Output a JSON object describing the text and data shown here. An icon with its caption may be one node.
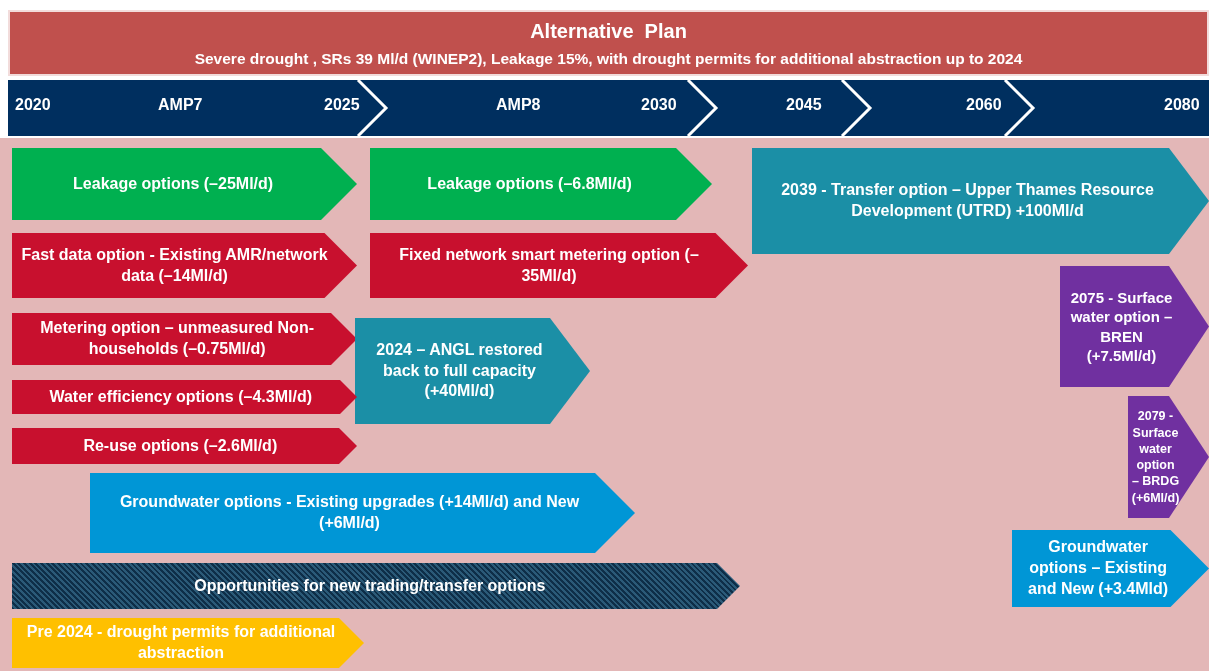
{
  "diagram": {
    "title": "Alternative  Plan",
    "caption": "Severe drought , SRs 39 Ml/d (WINEP2), Leakage 15%, with drought permits for additional abstraction up to 2024",
    "nodes": [
      {
        "text": [
          "Leakage options (–25Ml/d)"
        ]
      },
      {
        "text": [
          "Leakage options (–6.8Ml/d)"
        ]
      },
      {
        "text": [
          "2039 - Transfer option – Upper Thames Resource Development  (UTRD) +100Ml/d"
        ]
      },
      {
        "text": [
          "Fast data option - Existing AMR/network data (–14Ml/d)"
        ]
      },
      {
        "text": [
          "Fixed network smart metering option (–35Ml/d)"
        ]
      },
      {
        "text": [
          "2075 - Surface water option – BREN (+7.5Ml/d)"
        ]
      },
      {
        "text": [
          "Metering option – unmeasured Non-households (–0.75Ml/d)"
        ]
      },
      {
        "text": [
          "2024 – ANGL restored back to full capacity (+40Ml/d)"
        ]
      },
      {
        "text": [
          "Water efficiency options (–4.3Ml/d)"
        ]
      },
      {
        "text": [
          "2079 - Surface water option – BRDG (+6Ml/d)"
        ]
      },
      {
        "text": [
          "Re-use options (–2.6Ml/d)"
        ]
      },
      {
        "text": [
          "Groundwater options - Existing upgrades (+14Ml/d) and New (+6Ml/d)"
        ]
      },
      {
        "text": [
          "Groundwater options – Existing and New (+3.4Mld)"
        ]
      },
      {
        "text": [
          "Opportunities for new trading/transfer options"
        ]
      },
      {
        "text": [
          "Pre 2024 - drought permits for additional abstraction"
        ]
      }
    ],
    "labels": [
      "2020",
      "AMP7",
      "2025",
      "AMP8",
      "2030",
      "2045",
      "2060",
      "2080"
    ]
  }
}
